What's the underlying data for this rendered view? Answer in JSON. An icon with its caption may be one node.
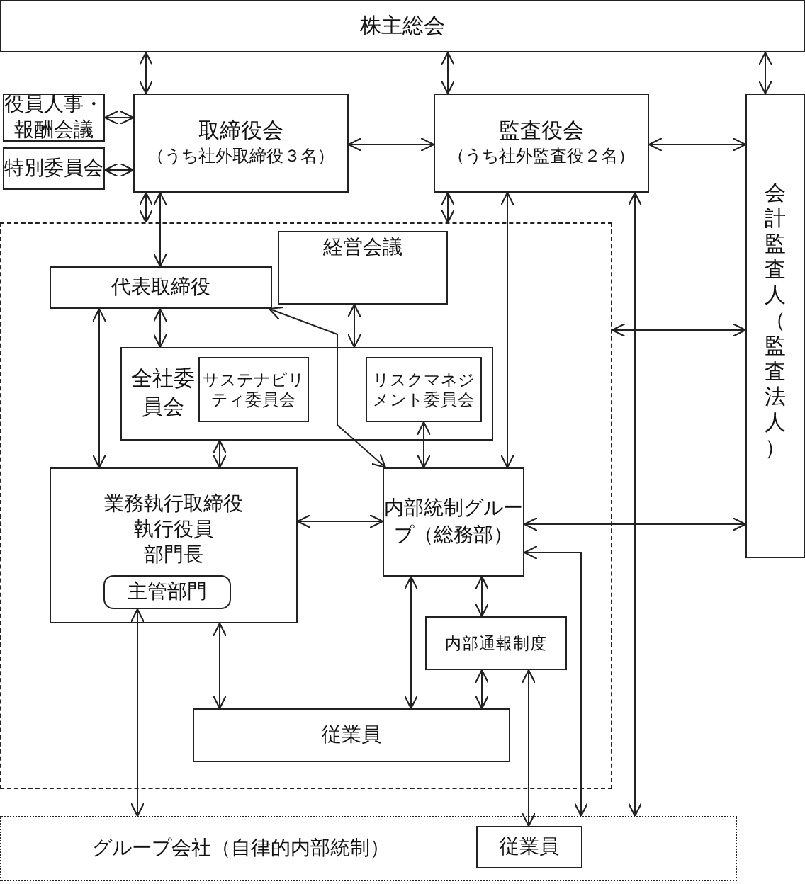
{
  "diagram": {
    "nodes": [
      {
        "text": [
          "株主総会"
        ]
      },
      {
        "text": [
          "役員人事・報酬会議"
        ]
      },
      {
        "text": [
          "特別委員会"
        ]
      },
      {
        "text": [
          "取締役会",
          "（うち社外取締役３名）"
        ]
      },
      {
        "text": [
          "監査役会",
          "（うち社外監査役２名）"
        ]
      },
      {
        "text": [
          "会計監査人（監査法人）"
        ]
      },
      {
        "text": [],
        "shape": "box"
      },
      {
        "text": [
          "経営会議"
        ],
        "in": 6
      },
      {
        "text": [
          "代表取締役"
        ],
        "in": 6
      },
      {
        "text": [
          "全社委員会"
        ],
        "in": 6
      },
      {
        "text": [
          "サステナビリティ委員会"
        ],
        "in": 9
      },
      {
        "text": [
          "リスクマネジメント委員会"
        ],
        "in": 9
      },
      {
        "text": [
          "業務執行取締役",
          "執行役員",
          "部門長"
        ],
        "in": 6
      },
      {
        "text": [
          "主管部門"
        ],
        "in": 12
      },
      {
        "text": [
          "内部統制グループ（総務部）"
        ],
        "in": 6
      },
      {
        "text": [
          "内部通報制度"
        ],
        "in": 6
      },
      {
        "text": [
          "従業員"
        ],
        "in": 6
      },
      {
        "text": [
          "グループ会社（自律的内部統制）"
        ]
      },
      {
        "text": [
          "従業員"
        ],
        "in": 17
      }
    ],
    "edges": [
      {
        "from": 0,
        "to": 3,
        "arrow": "both"
      },
      {
        "from": 0,
        "to": 4,
        "arrow": "both"
      },
      {
        "from": 0,
        "to": 5,
        "arrow": "both"
      },
      {
        "from": 1,
        "to": 3,
        "arrow": "both"
      },
      {
        "from": 2,
        "to": 3,
        "arrow": "both"
      },
      {
        "from": 3,
        "to": 4,
        "arrow": "both"
      },
      {
        "from": 4,
        "to": 5,
        "arrow": "both"
      },
      {
        "from": 3,
        "to": 6,
        "arrow": "both"
      },
      {
        "from": 3,
        "to": 8,
        "arrow": "both"
      },
      {
        "from": 4,
        "to": 6,
        "arrow": "both"
      },
      {
        "from": 4,
        "to": 14,
        "arrow": "both"
      },
      {
        "from": 4,
        "to": 17,
        "arrow": "both"
      },
      {
        "from": 6,
        "to": 5,
        "arrow": "both"
      },
      {
        "from": 8,
        "to": 12,
        "arrow": "both"
      },
      {
        "from": 8,
        "to": 9,
        "arrow": "both"
      },
      {
        "from": 7,
        "to": 9,
        "arrow": "both"
      },
      {
        "from": 14,
        "to": 8,
        "arrow": "both"
      },
      {
        "from": 11,
        "to": 14,
        "arrow": "both"
      },
      {
        "from": 9,
        "to": 12,
        "arrow": "both"
      },
      {
        "from": 12,
        "to": 14,
        "arrow": "both"
      },
      {
        "from": 14,
        "to": 5,
        "arrow": "both"
      },
      {
        "from": 14,
        "to": 17,
        "arrow": "both"
      },
      {
        "from": 13,
        "to": 17,
        "arrow": "both"
      },
      {
        "from": 12,
        "to": 16,
        "arrow": "both"
      },
      {
        "from": 14,
        "to": 16,
        "arrow": "both"
      },
      {
        "from": 14,
        "to": 15,
        "arrow": "both"
      },
      {
        "from": 15,
        "to": 16,
        "arrow": "both"
      },
      {
        "from": 15,
        "to": 18,
        "arrow": "both"
      }
    ]
  }
}
